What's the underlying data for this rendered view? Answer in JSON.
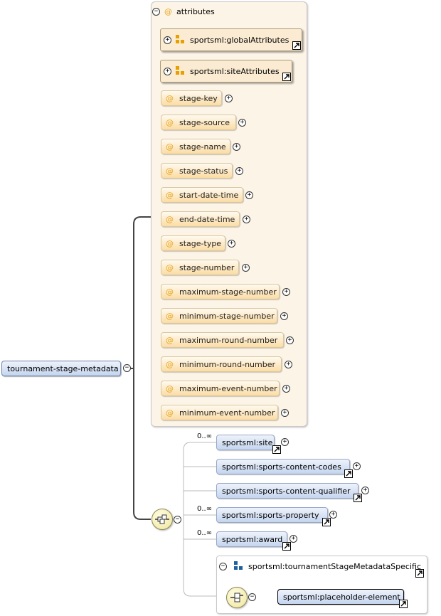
{
  "root_element": {
    "label": "tournament-stage-metadata"
  },
  "attributes_group": {
    "label": "attributes",
    "attribute_groups": [
      {
        "label": "sportsml:globalAttributes"
      },
      {
        "label": "sportsml:siteAttributes"
      }
    ],
    "attributes": [
      {
        "label": "stage-key"
      },
      {
        "label": "stage-source"
      },
      {
        "label": "stage-name"
      },
      {
        "label": "stage-status"
      },
      {
        "label": "start-date-time"
      },
      {
        "label": "end-date-time"
      },
      {
        "label": "stage-type"
      },
      {
        "label": "stage-number"
      },
      {
        "label": "maximum-stage-number"
      },
      {
        "label": "minimum-stage-number"
      },
      {
        "label": "maximum-round-number"
      },
      {
        "label": "minimum-round-number"
      },
      {
        "label": "maximum-event-number"
      },
      {
        "label": "minimum-event-number"
      }
    ],
    "attribute_symbol": "@"
  },
  "sequence_children": [
    {
      "label": "sportsml:site",
      "cardinality": "0..∞"
    },
    {
      "label": "sportsml:sports-content-codes",
      "cardinality": ""
    },
    {
      "label": "sportsml:sports-content-qualifier",
      "cardinality": ""
    },
    {
      "label": "sportsml:sports-property",
      "cardinality": "0..∞"
    },
    {
      "label": "sportsml:award",
      "cardinality": "0..∞"
    }
  ],
  "model_group": {
    "label": "sportsml:tournamentStageMetadataSpecific",
    "child": {
      "label": "sportsml:placeholder-element"
    }
  },
  "symbols": {
    "expand": "+",
    "collapse": "−"
  },
  "colors": {
    "attribute_panel_bg": "#fcf4e6",
    "attribute_gradient_bottom": "#fbdca4",
    "element_gradient_bottom": "#c5d5ef",
    "attribute_group_icon": "#e8a000",
    "model_group_icon": "#1e5f9e",
    "connector_line": "#444444"
  },
  "icons": {
    "collapse": "collapse-circle-icon",
    "expand": "expand-circle-icon",
    "attribute": "attribute-at-icon",
    "attribute_group": "attribute-group-icon",
    "reference": "reference-arrow-icon",
    "sequence": "sequence-compositor-icon",
    "model_group": "model-group-icon"
  }
}
